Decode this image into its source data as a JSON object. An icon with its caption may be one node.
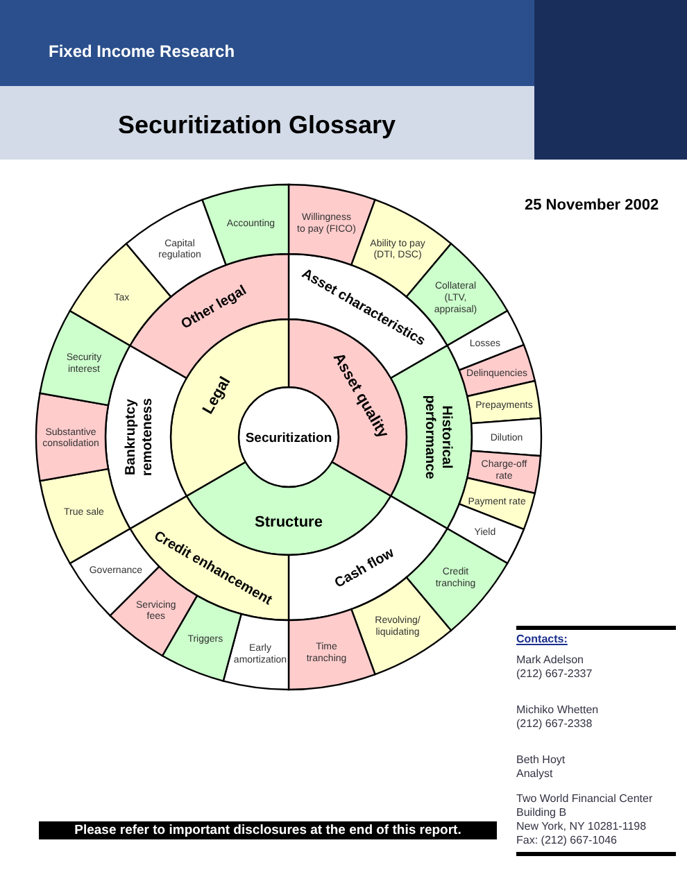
{
  "diagram": {
    "title": "Securitization Glossary",
    "nodes": [
      {
        "text": [
          "Securitization"
        ]
      },
      {
        "text": [
          "Asset quality"
        ]
      },
      {
        "text": [
          "Structure"
        ]
      },
      {
        "text": [
          "Legal"
        ]
      },
      {
        "text": [
          "Asset characteristics"
        ]
      },
      {
        "text": [
          "Historical performance"
        ]
      },
      {
        "text": [
          "Cash flow"
        ]
      },
      {
        "text": [
          "Credit enhancement"
        ]
      },
      {
        "text": [
          "Bankruptcy remoteness"
        ]
      },
      {
        "text": [
          "Other legal"
        ]
      },
      {
        "text": [
          "Willingness to pay (FICO)"
        ]
      },
      {
        "text": [
          "Ability to pay (DTI, DSC)"
        ]
      },
      {
        "text": [
          "Collateral (LTV, appraisal)"
        ]
      },
      {
        "text": [
          "Losses"
        ]
      },
      {
        "text": [
          "Delinquencies"
        ]
      },
      {
        "text": [
          "Prepayments"
        ]
      },
      {
        "text": [
          "Dilution"
        ]
      },
      {
        "text": [
          "Charge-off rate"
        ]
      },
      {
        "text": [
          "Payment rate"
        ]
      },
      {
        "text": [
          "Yield"
        ]
      },
      {
        "text": [
          "Credit tranching"
        ]
      },
      {
        "text": [
          "Revolving/ liquidating"
        ]
      },
      {
        "text": [
          "Time tranching"
        ]
      },
      {
        "text": [
          "Early amortization"
        ]
      },
      {
        "text": [
          "Triggers"
        ]
      },
      {
        "text": [
          "Servicing fees"
        ]
      },
      {
        "text": [
          "Governance"
        ]
      },
      {
        "text": [
          "True sale"
        ]
      },
      {
        "text": [
          "Substantive consolidation"
        ]
      },
      {
        "text": [
          "Security interest"
        ]
      },
      {
        "text": [
          "Tax"
        ]
      },
      {
        "text": [
          "Capital regulation"
        ]
      },
      {
        "text": [
          "Accounting"
        ]
      }
    ],
    "labels": [
      "Fixed Income Research",
      "25 November 2002",
      "Contacts:",
      "Mark Adelson",
      "(212) 667-2337",
      "Michiko Whetten",
      "(212) 667-2338",
      "Beth Hoyt",
      "Analyst",
      "Two World Financial Center",
      "Building B",
      "New York, NY 10281-1198",
      "Fax: (212) 667-1046",
      "Please refer to important disclosures at the end of this report."
    ]
  }
}
